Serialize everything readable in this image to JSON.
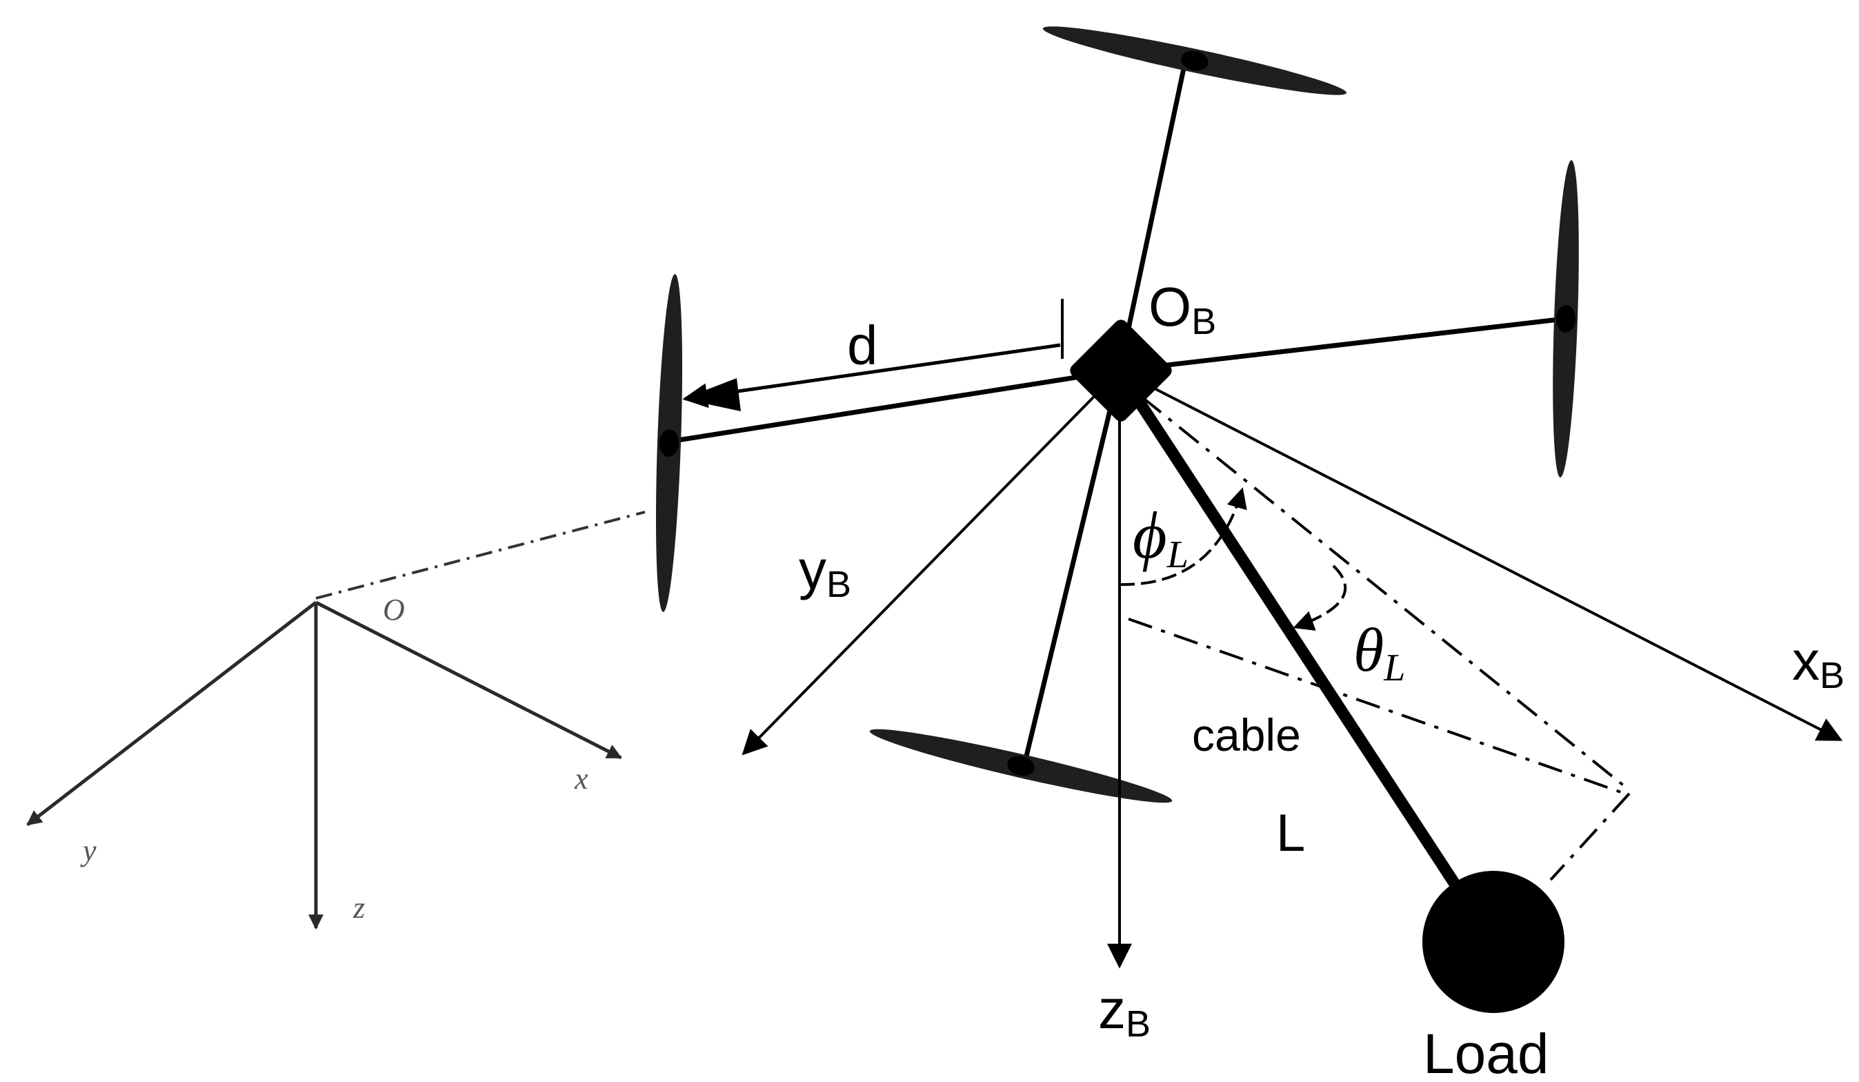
{
  "colors": {
    "ink": "#000000",
    "propeller": "#1f1f1f",
    "world_frame": "#2a2a2a",
    "world_label": "#555555",
    "background": "#ffffff"
  },
  "labels": {
    "body_origin": {
      "main": "O",
      "sub": "B"
    },
    "arm_length": "d",
    "body_x_axis": {
      "main": "x",
      "sub": "B"
    },
    "body_y_axis": {
      "main": "y",
      "sub": "B"
    },
    "body_z_axis": {
      "main": "z",
      "sub": "B"
    },
    "phi_angle": {
      "main": "ϕ",
      "sub": "L"
    },
    "theta_angle": {
      "main": "θ",
      "sub": "L"
    },
    "cable": "cable",
    "cable_length": "L",
    "load": "Load",
    "world_origin": "O",
    "world_x_axis": "x",
    "world_y_axis": "y",
    "world_z_axis": "z"
  },
  "icons": {
    "hub": "diamond-hub-icon",
    "propeller": "propeller-icon",
    "load_mass": "filled-circle-icon"
  }
}
